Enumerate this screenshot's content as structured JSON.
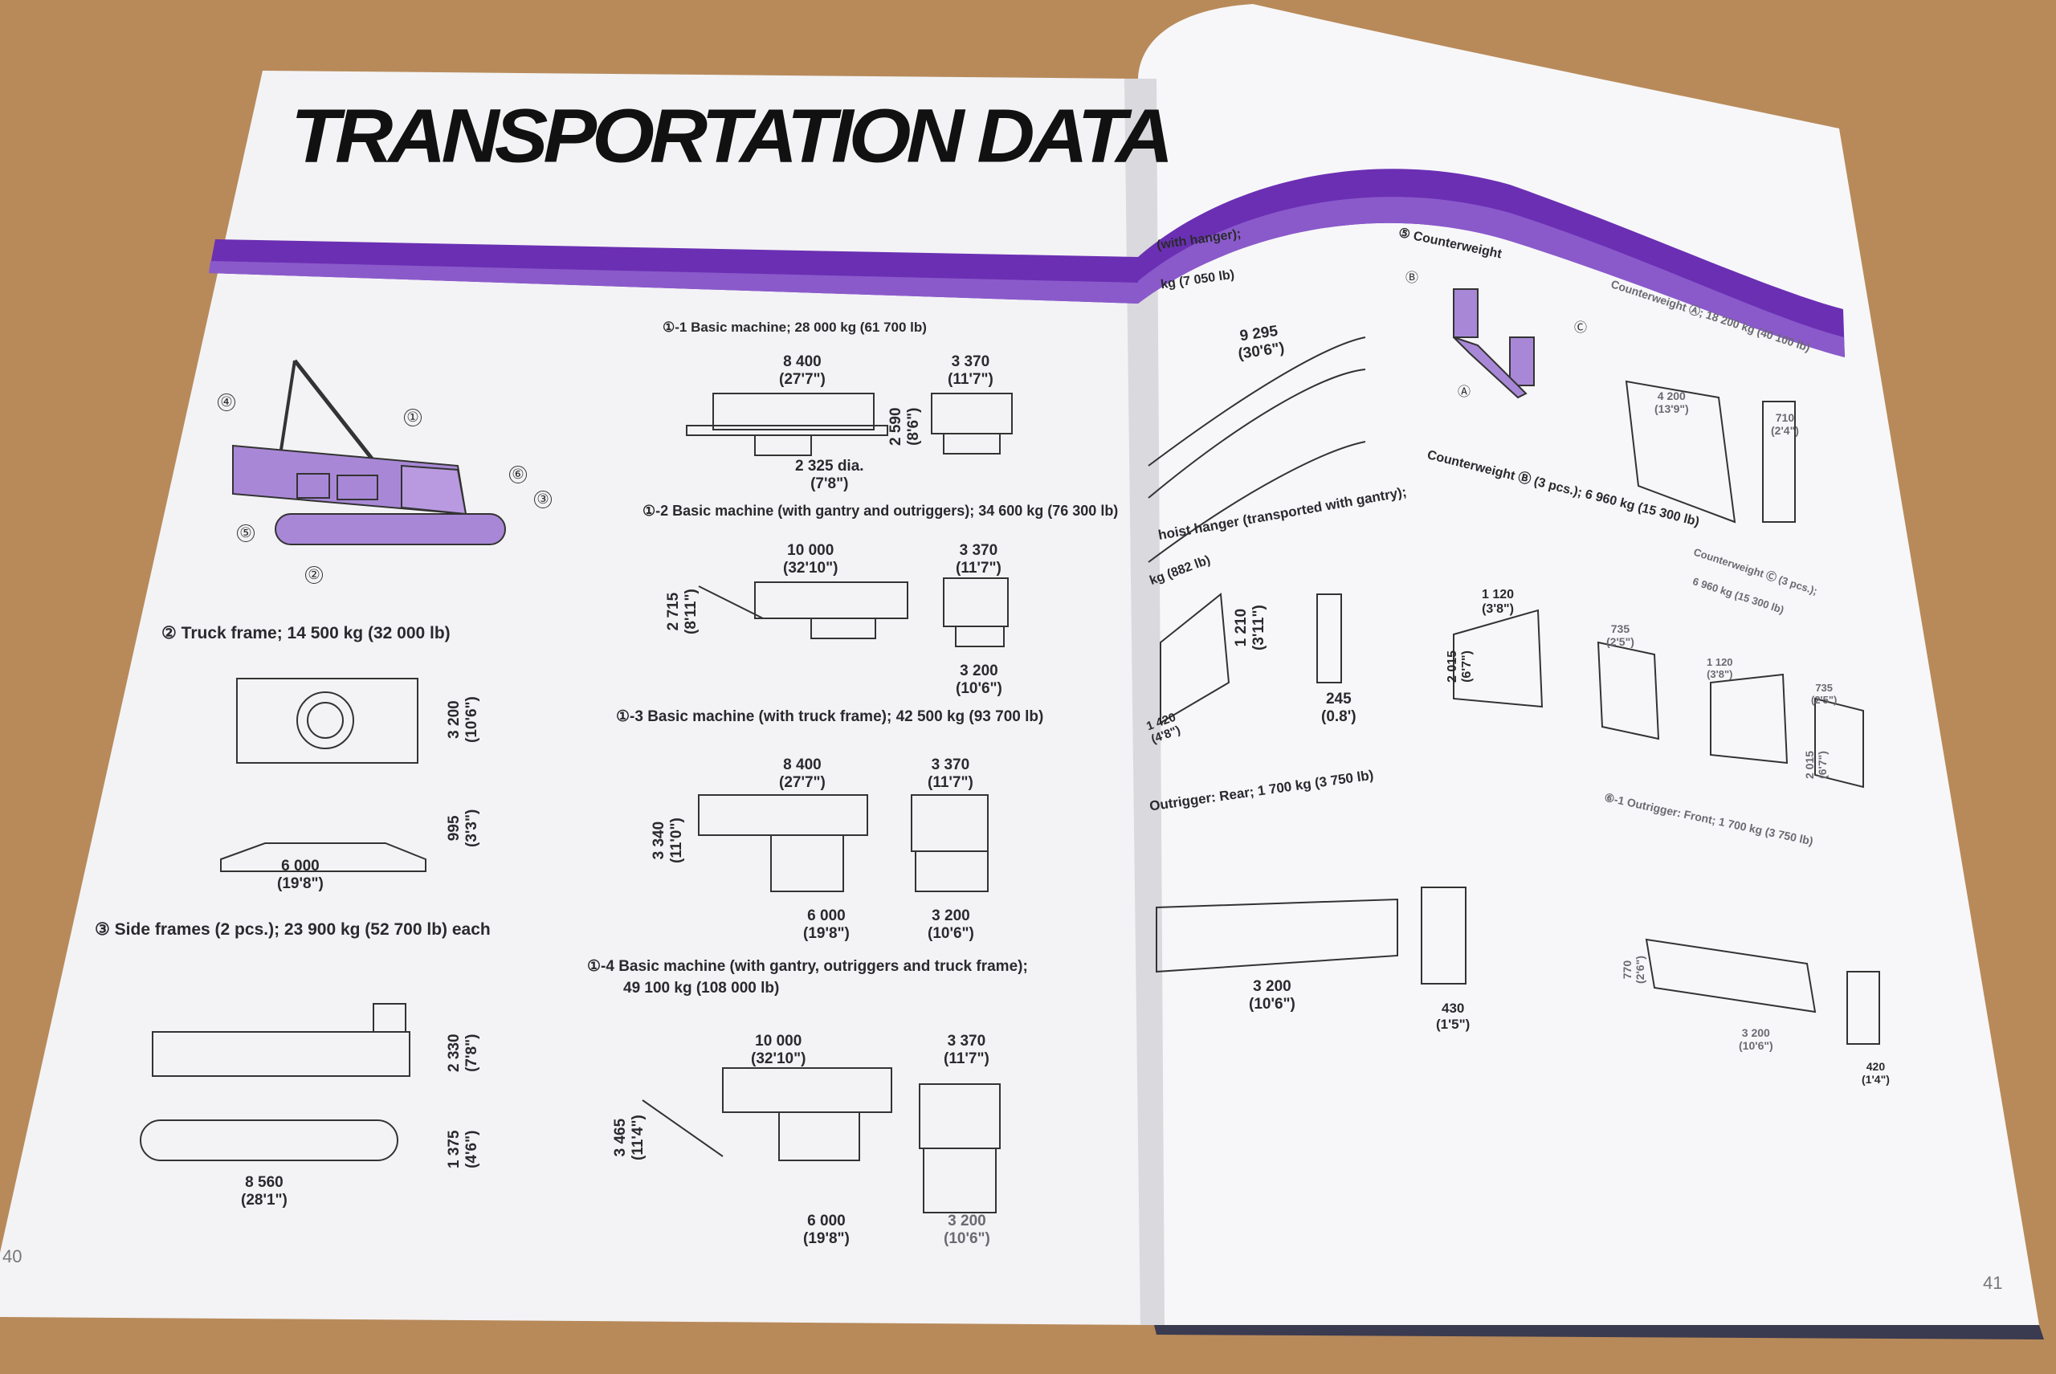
{
  "title": "TRANSPORTATION DATA",
  "page_numbers": {
    "left": "40",
    "right": "41"
  },
  "colors": {
    "band": "#6b2fb3",
    "band_light": "#8a5acb",
    "machine_fill": "#a888d6",
    "background": "#b88a5a",
    "paper": "#f4f4f6"
  },
  "callouts": [
    "④",
    "①",
    "⑥",
    "③",
    "⑤",
    "②"
  ],
  "left_page": {
    "truck_frame": {
      "label": "② Truck frame; 14 500 kg (32 000 lb)",
      "dims": [
        [
          "3 200",
          "(10'6\")"
        ],
        [
          "995",
          "(3'3\")"
        ],
        [
          "6 000",
          "(19'8\")"
        ]
      ]
    },
    "side_frames": {
      "label": "③ Side frames (2 pcs.); 23 900 kg (52 700 lb) each",
      "dims": [
        [
          "2 330",
          "(7'8\")"
        ],
        [
          "1 375",
          "(4'6\")"
        ],
        [
          "8 560",
          "(28'1\")"
        ]
      ]
    },
    "basic_1": {
      "label": "①-1 Basic machine; 28 000 kg (61 700 lb)",
      "dims": [
        [
          "8 400",
          "(27'7\")"
        ],
        [
          "3 370",
          "(11'7\")"
        ],
        [
          "2 590",
          "(8'6\")"
        ],
        [
          "2 325 dia.",
          "(7'8\")"
        ]
      ]
    },
    "basic_2": {
      "label": "①-2 Basic machine (with gantry and outriggers); 34 600 kg (76 300 lb)",
      "dims": [
        [
          "10 000",
          "(32'10\")"
        ],
        [
          "3 370",
          "(11'7\")"
        ],
        [
          "2 715",
          "(8'11\")"
        ],
        [
          "3 200",
          "(10'6\")"
        ]
      ]
    },
    "basic_3": {
      "label": "①-3 Basic machine (with truck frame); 42 500 kg (93 700 lb)",
      "dims": [
        [
          "8 400",
          "(27'7\")"
        ],
        [
          "3 370",
          "(11'7\")"
        ],
        [
          "3 340",
          "(11'0\")"
        ],
        [
          "6 000",
          "(19'8\")"
        ],
        [
          "3 200",
          "(10'6\")"
        ]
      ]
    },
    "basic_4": {
      "label_line1": "①-4 Basic machine (with gantry, outriggers and truck frame);",
      "label_line2": "49 100 kg (108 000 lb)",
      "dims": [
        [
          "10 000",
          "(32'10\")"
        ],
        [
          "3 370",
          "(11'7\")"
        ],
        [
          "3 465",
          "(11'4\")"
        ],
        [
          "6 000",
          "(19'8\")"
        ],
        [
          "3 200",
          "(10'6\")"
        ]
      ]
    }
  },
  "right_page": {
    "gantry": {
      "label_line1": "(with hanger);",
      "label_line2": "kg (7 050 lb)",
      "dims": [
        [
          "9 295",
          "(30'6\")"
        ]
      ]
    },
    "counterweight": {
      "label": "⑤ Counterweight",
      "parts": [
        "Ⓑ",
        "Ⓒ",
        "Ⓐ"
      ]
    },
    "counterweight_a": {
      "label": "Counterweight Ⓐ; 18 200 kg (40 100 lb)",
      "dims": [
        [
          "4 200",
          "(13'9\")"
        ],
        [
          "710",
          "(2'4\")"
        ]
      ]
    },
    "hanger": {
      "label_line1": "hoist hanger (transported with gantry);",
      "label_line2": "kg (882 lb)",
      "dims": [
        [
          "1 210",
          "(3'11\")"
        ],
        [
          "245",
          "(0.8')"
        ],
        [
          "1 420",
          "(4'8\")"
        ]
      ]
    },
    "counterweight_b": {
      "label": "Counterweight Ⓑ (3 pcs.); 6 960 kg (15 300 lb)",
      "dims": [
        [
          "1 120",
          "(3'8\")"
        ],
        [
          "2 015",
          "(6'7\")"
        ],
        [
          "735",
          "(2'5\")"
        ]
      ]
    },
    "counterweight_c": {
      "label_line1": "Counterweight Ⓒ (3 pcs.);",
      "label_line2": "6 960 kg (15 300 lb)",
      "dims": [
        [
          "1 120",
          "(3'8\")"
        ],
        [
          "2 015",
          "(6'7\")"
        ],
        [
          "735",
          "(2'5\")"
        ]
      ]
    },
    "outrigger_rear": {
      "label": "Outrigger: Rear; 1 700 kg (3 750 lb)",
      "dims": [
        [
          "3 200",
          "(10'6\")"
        ],
        [
          "430",
          "(1'5\")"
        ]
      ]
    },
    "outrigger_front": {
      "label": "⑥-1 Outrigger: Front; 1 700 kg (3 750 lb)",
      "dims": [
        [
          "770",
          "(2'6\")"
        ],
        [
          "3 200",
          "(10'6\")"
        ],
        [
          "420",
          "(1'4\")"
        ]
      ]
    }
  }
}
